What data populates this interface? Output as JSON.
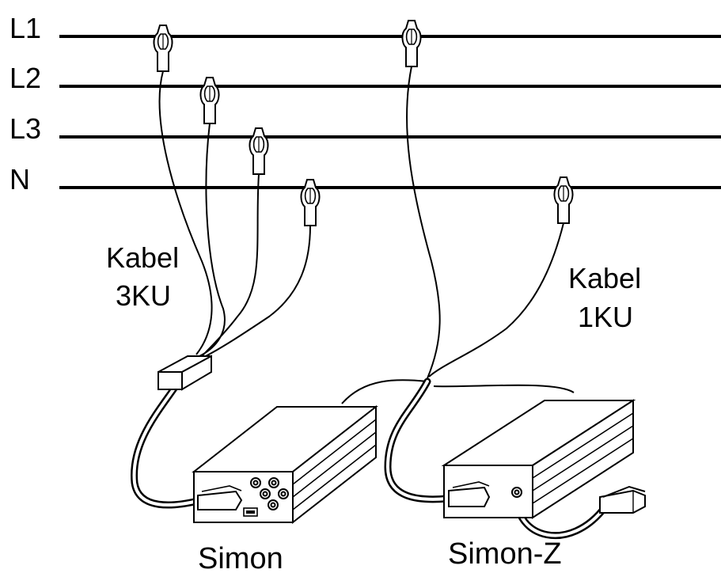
{
  "lines": {
    "l1": "L1",
    "l2": "L2",
    "l3": "L3",
    "n": "N"
  },
  "cables": {
    "left": {
      "line1": "Kabel",
      "line2": "3KU"
    },
    "right": {
      "line1": "Kabel",
      "line2": "1KU"
    }
  },
  "devices": {
    "simon": "Simon",
    "simon_z": "Simon-Z"
  },
  "colors": {
    "ink": "#000000",
    "background": "#ffffff",
    "cable_fill": "#ffffff"
  }
}
